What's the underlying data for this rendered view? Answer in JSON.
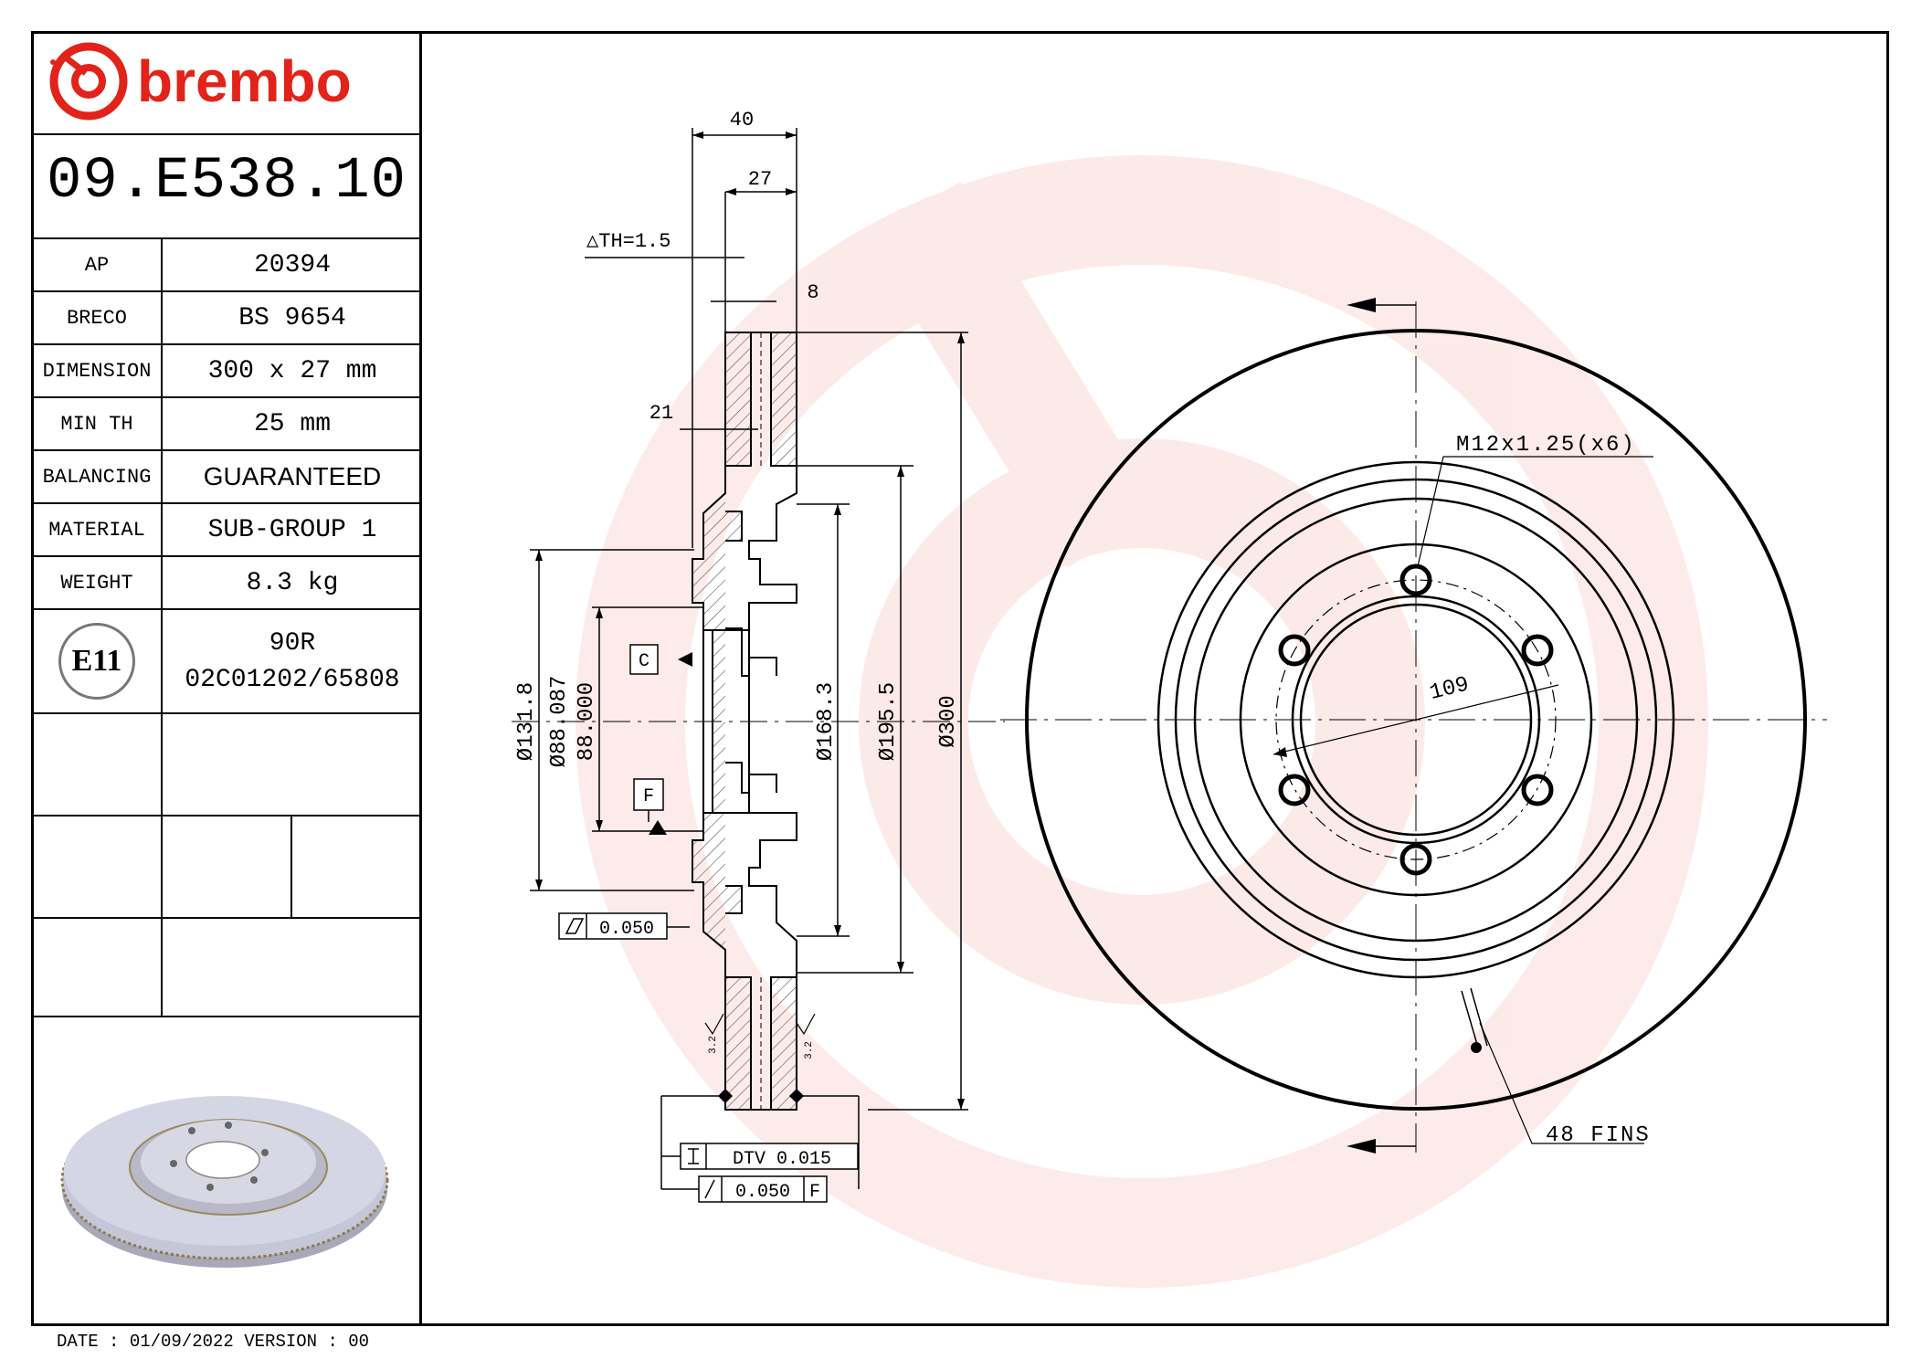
{
  "brand": {
    "name": "brembo",
    "color": "#e2231a"
  },
  "part_number": "09.E538.10",
  "specs": [
    {
      "label": "AP",
      "value": "20394"
    },
    {
      "label": "BRECO",
      "value": "BS 9654"
    },
    {
      "label": "DIMENSION",
      "value": "300 x 27 mm"
    },
    {
      "label": "MIN TH",
      "value": "25 mm"
    },
    {
      "label": "BALANCING",
      "value": "GUARANTEED"
    },
    {
      "label": "MATERIAL",
      "value": "SUB-GROUP 1"
    },
    {
      "label": "WEIGHT",
      "value": "8.3 kg"
    }
  ],
  "approval": {
    "mark": "E11",
    "line1": "90R",
    "line2": "02C01202/65808"
  },
  "footer": "DATE : 01/09/2022 VERSION : 00",
  "dimensions": {
    "overall_width": "40",
    "disc_thickness": "27",
    "delta_th": "△TH=1.5",
    "flange": "8",
    "offset": "21",
    "d_131": "Ø131.8",
    "d_88_upper": "Ø88.087",
    "d_88_lower": "88.000",
    "d_168": "Ø168.3",
    "d_195": "Ø195.5",
    "d_300": "Ø300",
    "datum_c": "C",
    "datum_f": "F",
    "flatness": "0.050",
    "dtv": "DTV 0.015",
    "runout": "0.050",
    "runout_ref": "F",
    "roughness": "3.2",
    "pcd": "109",
    "thread": "M12x1.25(x6)",
    "fins": "48 FINS"
  },
  "icons": [
    "brembo-logo-icon",
    "e-mark-icon",
    "flatness-icon",
    "parallelism-icon",
    "runout-icon",
    "roughness-icon"
  ]
}
